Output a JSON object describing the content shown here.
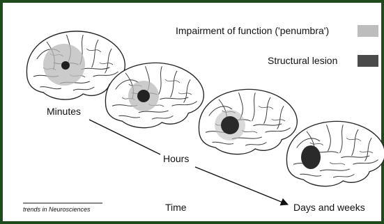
{
  "legend": [
    {
      "label": "Impairment of function ('penumbra')",
      "swatch_color": "#bdbdbd"
    },
    {
      "label": "Structural lesion",
      "swatch_color": "#4a4a4a"
    }
  ],
  "timeline": {
    "minutes": "Minutes",
    "hours": "Hours",
    "days": "Days and weeks",
    "axis_label": "Time"
  },
  "source": "trends in Neurosciences",
  "colors": {
    "frame": "#1f4a1c",
    "penumbra": "#b9b9b9",
    "lesion": "#2a2a2a"
  }
}
